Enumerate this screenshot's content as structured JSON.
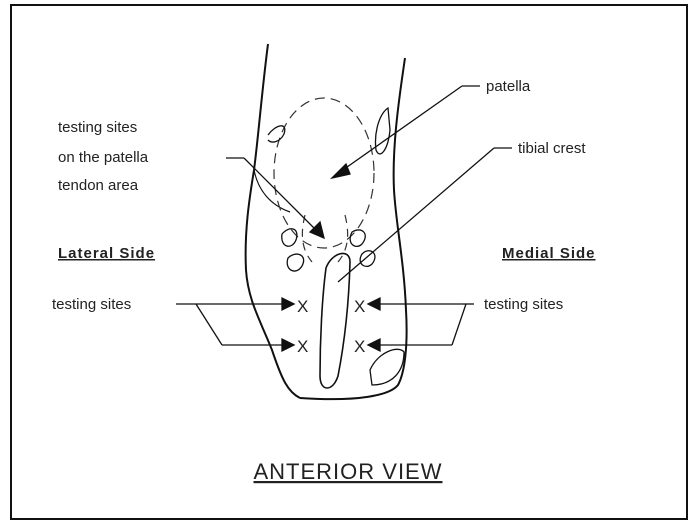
{
  "labels": {
    "patella": "patella",
    "testing_sites_patella_line1": "testing sites",
    "testing_sites_patella_line2": "on the patella",
    "testing_sites_patella_line3": "tendon area",
    "tibial_crest": "tibial crest",
    "lateral_side": "Lateral Side",
    "medial_side": "Medial Side",
    "testing_sites_left": "testing sites",
    "testing_sites_right": "testing sites",
    "x_mark": "X",
    "view_title": "ANTERIOR VIEW"
  }
}
